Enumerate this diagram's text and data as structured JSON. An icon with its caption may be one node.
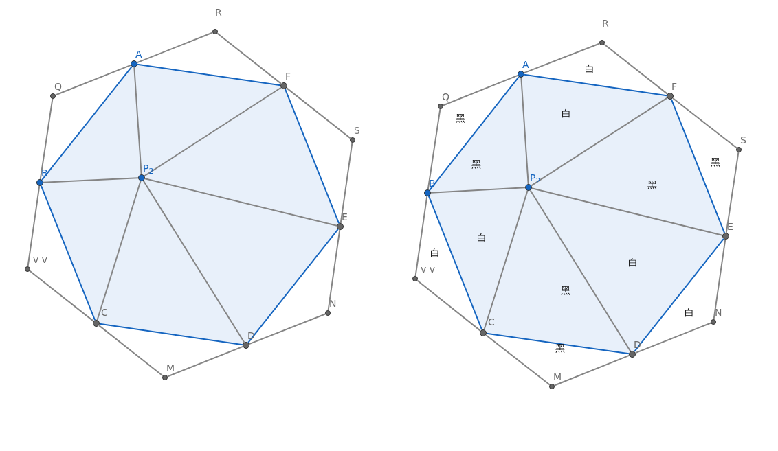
{
  "diagram": {
    "nodes": [
      {
        "text": [
          "R"
        ]
      },
      {
        "text": [
          "A"
        ]
      },
      {
        "text": [
          "F"
        ]
      },
      {
        "text": [
          "Q"
        ]
      },
      {
        "text": [
          "S"
        ]
      },
      {
        "text": [
          "P$_{2}$"
        ]
      },
      {
        "text": [
          "B"
        ]
      },
      {
        "text": [
          "E"
        ]
      },
      {
        "text": [
          "v v"
        ]
      },
      {
        "text": [
          "N"
        ]
      },
      {
        "text": [
          "C"
        ]
      },
      {
        "text": [
          "D"
        ]
      },
      {
        "text": [
          "M"
        ]
      },
      {
        "text": [
          "R"
        ]
      },
      {
        "text": [
          "A"
        ]
      },
      {
        "text": [
          "F"
        ]
      },
      {
        "text": [
          "Q"
        ]
      },
      {
        "text": [
          "S"
        ]
      },
      {
        "text": [
          "P$_{2}$"
        ]
      },
      {
        "text": [
          "B"
        ]
      },
      {
        "text": [
          "E"
        ]
      },
      {
        "text": [
          "v v"
        ]
      },
      {
        "text": [
          "N"
        ]
      },
      {
        "text": [
          "C"
        ]
      },
      {
        "text": [
          "D"
        ]
      },
      {
        "text": [
          "M"
        ]
      }
    ],
    "edges": [
      {
        "from": 1,
        "to": 2,
        "arrow": "none",
        "color": "#1565c0"
      },
      {
        "from": 2,
        "to": 7,
        "arrow": "none",
        "color": "#1565c0"
      },
      {
        "from": 7,
        "to": 11,
        "arrow": "none",
        "color": "#1565c0"
      },
      {
        "from": 11,
        "to": 10,
        "arrow": "none",
        "color": "#1565c0"
      },
      {
        "from": 10,
        "to": 6,
        "arrow": "none",
        "color": "#1565c0"
      },
      {
        "from": 6,
        "to": 1,
        "arrow": "none",
        "color": "#1565c0"
      },
      {
        "from": 5,
        "to": 1,
        "arrow": "none"
      },
      {
        "from": 5,
        "to": 2,
        "arrow": "none"
      },
      {
        "from": 5,
        "to": 7,
        "arrow": "none"
      },
      {
        "from": 5,
        "to": 11,
        "arrow": "none"
      },
      {
        "from": 5,
        "to": 10,
        "arrow": "none"
      },
      {
        "from": 5,
        "to": 6,
        "arrow": "none"
      },
      {
        "from": 3,
        "to": 1,
        "arrow": "none"
      },
      {
        "from": 1,
        "to": 0,
        "arrow": "none"
      },
      {
        "from": 0,
        "to": 2,
        "arrow": "none"
      },
      {
        "from": 2,
        "to": 4,
        "arrow": "none"
      },
      {
        "from": 4,
        "to": 7,
        "arrow": "none"
      },
      {
        "from": 7,
        "to": 9,
        "arrow": "none"
      },
      {
        "from": 9,
        "to": 11,
        "arrow": "none"
      },
      {
        "from": 11,
        "to": 12,
        "arrow": "none"
      },
      {
        "from": 12,
        "to": 10,
        "arrow": "none"
      },
      {
        "from": 10,
        "to": 8,
        "arrow": "none"
      },
      {
        "from": 8,
        "to": 6,
        "arrow": "none"
      },
      {
        "from": 6,
        "to": 3,
        "arrow": "none"
      },
      {
        "from": 14,
        "to": 15,
        "arrow": "none",
        "color": "#1565c0"
      },
      {
        "from": 15,
        "to": 20,
        "arrow": "none",
        "color": "#1565c0"
      },
      {
        "from": 20,
        "to": 24,
        "arrow": "none",
        "color": "#1565c0"
      },
      {
        "from": 24,
        "to": 23,
        "arrow": "none",
        "color": "#1565c0"
      },
      {
        "from": 23,
        "to": 19,
        "arrow": "none",
        "color": "#1565c0"
      },
      {
        "from": 19,
        "to": 14,
        "arrow": "none",
        "color": "#1565c0"
      },
      {
        "from": 18,
        "to": 14,
        "arrow": "none"
      },
      {
        "from": 18,
        "to": 15,
        "arrow": "none"
      },
      {
        "from": 18,
        "to": 20,
        "arrow": "none"
      },
      {
        "from": 18,
        "to": 24,
        "arrow": "none"
      },
      {
        "from": 18,
        "to": 23,
        "arrow": "none"
      },
      {
        "from": 18,
        "to": 19,
        "arrow": "none"
      },
      {
        "from": 16,
        "to": 14,
        "arrow": "none"
      },
      {
        "from": 14,
        "to": 13,
        "arrow": "none"
      },
      {
        "from": 13,
        "to": 15,
        "arrow": "none"
      },
      {
        "from": 15,
        "to": 17,
        "arrow": "none"
      },
      {
        "from": 17,
        "to": 20,
        "arrow": "none"
      },
      {
        "from": 20,
        "to": 22,
        "arrow": "none"
      },
      {
        "from": 22,
        "to": 24,
        "arrow": "none"
      },
      {
        "from": 24,
        "to": 25,
        "arrow": "none"
      },
      {
        "from": 25,
        "to": 23,
        "arrow": "none"
      },
      {
        "from": 23,
        "to": 21,
        "arrow": "none"
      },
      {
        "from": 21,
        "to": 19,
        "arrow": "none"
      },
      {
        "from": 19,
        "to": 16,
        "arrow": "none"
      }
    ],
    "labels": [
      "白",
      "白",
      "黑",
      "黑",
      "黑",
      "黑",
      "白",
      "白",
      "白",
      "黑",
      "白",
      "黑"
    ]
  }
}
